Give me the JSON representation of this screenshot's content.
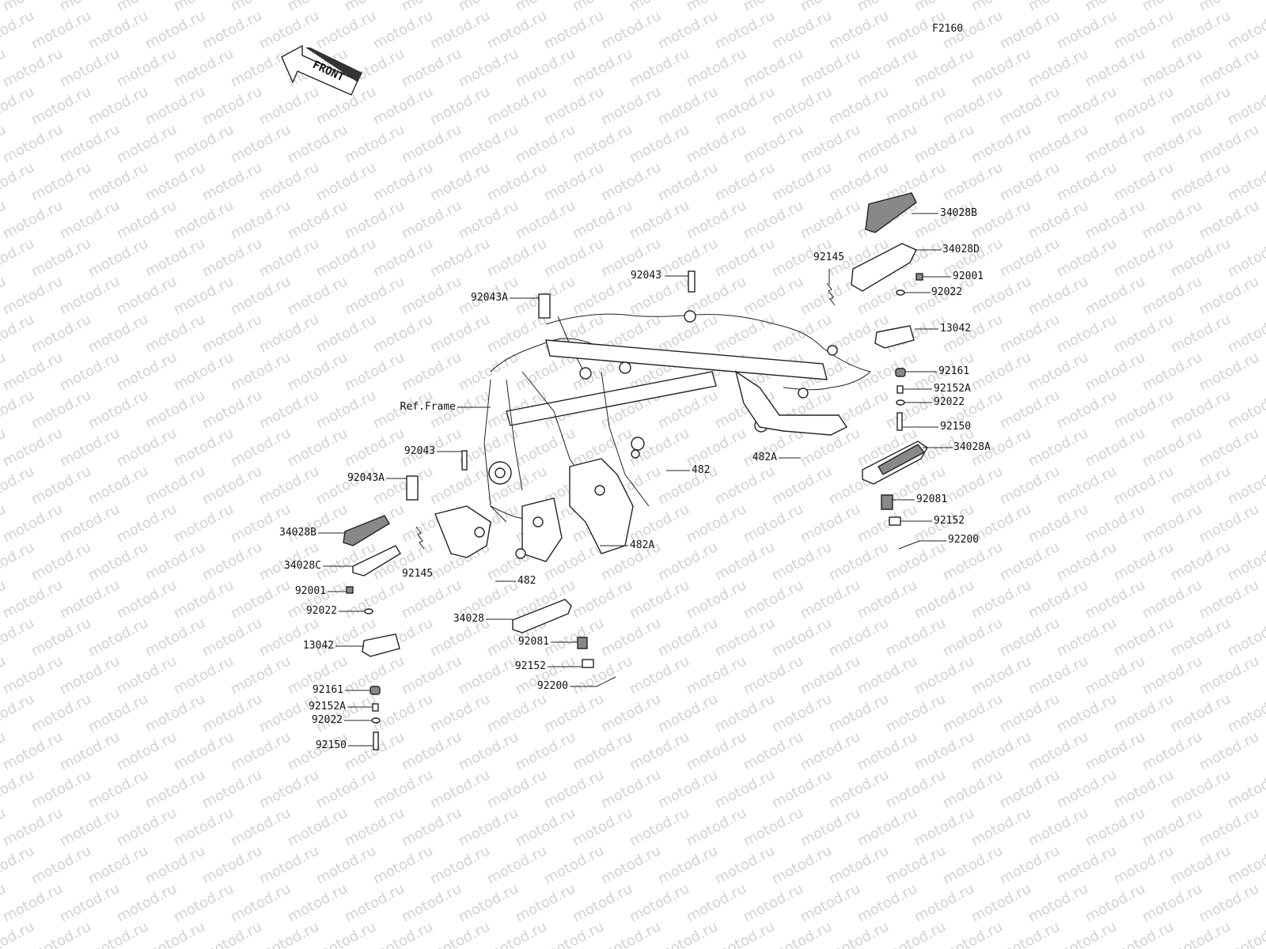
{
  "diagram_code": "F2160",
  "watermark": "motod.ru",
  "front_arrow_label": "FRONT",
  "ref_frame": "Ref.Frame",
  "labels": [
    {
      "id": "34028B_r",
      "text": "34028B"
    },
    {
      "id": "34028D_r",
      "text": "34028D"
    },
    {
      "id": "92145_r",
      "text": "92145"
    },
    {
      "id": "92001_r",
      "text": "92001"
    },
    {
      "id": "92022_r1",
      "text": "92022"
    },
    {
      "id": "92043_r",
      "text": "92043"
    },
    {
      "id": "92043A_r",
      "text": "92043A"
    },
    {
      "id": "13042_r",
      "text": "13042"
    },
    {
      "id": "92161_r",
      "text": "92161"
    },
    {
      "id": "92152A_r",
      "text": "92152A"
    },
    {
      "id": "92022_r2",
      "text": "92022"
    },
    {
      "id": "92150_r",
      "text": "92150"
    },
    {
      "id": "34028A_r",
      "text": "34028A"
    },
    {
      "id": "482A_r",
      "text": "482A"
    },
    {
      "id": "482_r",
      "text": "482"
    },
    {
      "id": "92081_r",
      "text": "92081"
    },
    {
      "id": "92152_r",
      "text": "92152"
    },
    {
      "id": "92200_r",
      "text": "92200"
    },
    {
      "id": "92043_l",
      "text": "92043"
    },
    {
      "id": "92043A_l",
      "text": "92043A"
    },
    {
      "id": "34028B_l",
      "text": "34028B"
    },
    {
      "id": "92145_l",
      "text": "92145"
    },
    {
      "id": "482A_l",
      "text": "482A"
    },
    {
      "id": "34028C_l",
      "text": "34028C"
    },
    {
      "id": "482_l",
      "text": "482"
    },
    {
      "id": "92001_l",
      "text": "92001"
    },
    {
      "id": "92022_l1",
      "text": "92022"
    },
    {
      "id": "34028_l",
      "text": "34028"
    },
    {
      "id": "13042_l",
      "text": "13042"
    },
    {
      "id": "92081_l",
      "text": "92081"
    },
    {
      "id": "92152_l",
      "text": "92152"
    },
    {
      "id": "92200_l",
      "text": "92200"
    },
    {
      "id": "92161_l",
      "text": "92161"
    },
    {
      "id": "92152A_l",
      "text": "92152A"
    },
    {
      "id": "92022_l2",
      "text": "92022"
    },
    {
      "id": "92150_l",
      "text": "92150"
    }
  ]
}
